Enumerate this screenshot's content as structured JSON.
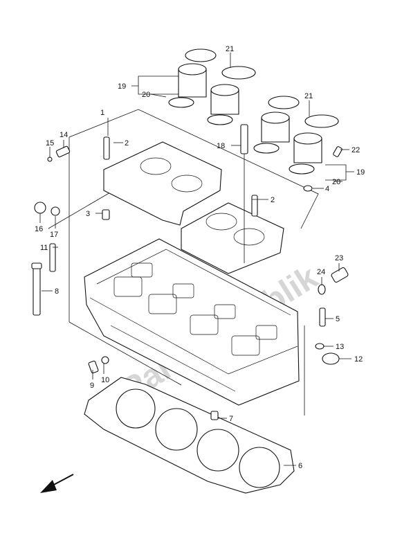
{
  "watermark": "PartsRepublik",
  "callouts": [
    {
      "id": "1",
      "label": "1"
    },
    {
      "id": "2a",
      "label": "2"
    },
    {
      "id": "2b",
      "label": "2"
    },
    {
      "id": "3",
      "label": "3"
    },
    {
      "id": "4",
      "label": "4"
    },
    {
      "id": "5",
      "label": "5"
    },
    {
      "id": "6",
      "label": "6"
    },
    {
      "id": "7",
      "label": "7"
    },
    {
      "id": "8",
      "label": "8"
    },
    {
      "id": "9",
      "label": "9"
    },
    {
      "id": "10",
      "label": "10"
    },
    {
      "id": "11",
      "label": "11"
    },
    {
      "id": "12",
      "label": "12"
    },
    {
      "id": "13",
      "label": "13"
    },
    {
      "id": "14",
      "label": "14"
    },
    {
      "id": "15",
      "label": "15"
    },
    {
      "id": "16",
      "label": "16"
    },
    {
      "id": "17",
      "label": "17"
    },
    {
      "id": "18",
      "label": "18"
    },
    {
      "id": "19a",
      "label": "19"
    },
    {
      "id": "19b",
      "label": "19"
    },
    {
      "id": "20a",
      "label": "20"
    },
    {
      "id": "20b",
      "label": "20"
    },
    {
      "id": "21a",
      "label": "21"
    },
    {
      "id": "21b",
      "label": "21"
    },
    {
      "id": "22",
      "label": "22"
    },
    {
      "id": "23",
      "label": "23"
    },
    {
      "id": "24",
      "label": "24"
    }
  ]
}
